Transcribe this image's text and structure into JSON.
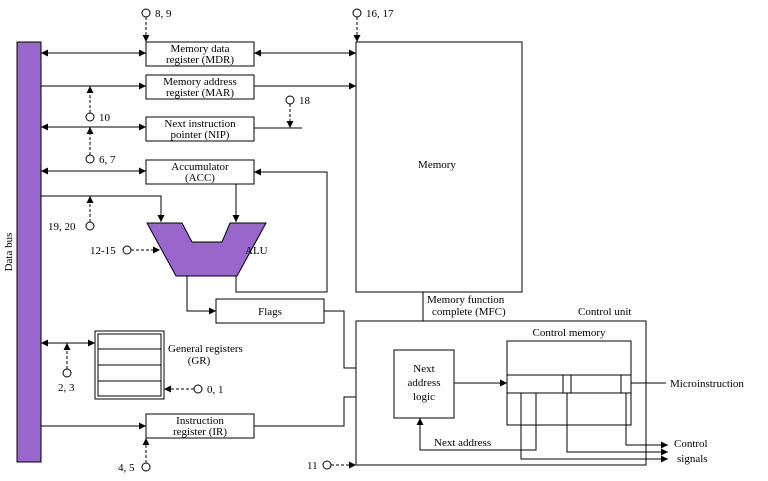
{
  "colors": {
    "bus": "#9966cc",
    "alu": "#9966cc",
    "line": "#000000",
    "box_fill": "#ffffff"
  },
  "data_bus": {
    "label": "Data bus"
  },
  "registers": {
    "mdr": {
      "line1": "Memory data",
      "line2": "register (MDR)"
    },
    "mar": {
      "line1": "Memory address",
      "line2": "register (MAR)"
    },
    "nip": {
      "line1": "Next instruction",
      "line2": "pointer (NIP)"
    },
    "acc": {
      "line1": "Accumulator",
      "line2": "(ACC)"
    },
    "ir": {
      "line1": "Instruction",
      "line2": "register (IR)"
    },
    "gr": {
      "line1": "General registers",
      "line2": "(GR)"
    }
  },
  "alu": {
    "label": "ALU"
  },
  "flags": {
    "label": "Flags"
  },
  "memory": {
    "label": "Memory"
  },
  "mfc": {
    "line1": "Memory function",
    "line2": "complete (MFC)"
  },
  "control_unit": {
    "label": "Control unit",
    "control_memory": "Control memory",
    "next_address_logic": {
      "line1": "Next",
      "line2": "address",
      "line3": "logic"
    },
    "next_address": "Next address",
    "microinstruction": "Microinstruction",
    "control_signals": {
      "line1": "Control",
      "line2": "signals"
    }
  },
  "control_points": {
    "mdr": "8, 9",
    "memory": "16, 17",
    "nip_in": "18",
    "mar_bus": "10",
    "nip_bus": "6, 7",
    "alu_bus": "19, 20",
    "alu_op": "12-15",
    "gr_bus": "2, 3",
    "gr_sel": "0, 1",
    "ir": "4, 5",
    "cu": "11"
  }
}
